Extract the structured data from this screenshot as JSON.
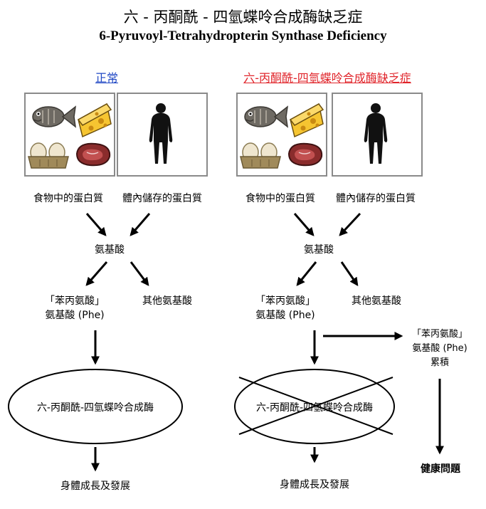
{
  "title_zh": "六 - 丙酮酰 - 四氫蝶呤合成酶缺乏症",
  "title_en": "6-Pyruvoyl-Tetrahydropterin Synthase Deficiency",
  "normal": {
    "heading": "正常",
    "food_protein": "食物中的蛋白質",
    "body_protein": "體內儲存的蛋白質",
    "amino_acids": "氨基酸",
    "phe_line1": "「苯丙氨酸」",
    "phe_line2": "氨基酸 (Phe)",
    "other_amino": "其他氨基酸",
    "enzyme": "六-丙酮酰-四氫蝶呤合成酶",
    "growth": "身體成長及發展"
  },
  "disease": {
    "heading": "六-丙酮酰-四氫蝶呤合成酶缺乏症",
    "food_protein": "食物中的蛋白質",
    "body_protein": "體內儲存的蛋白質",
    "amino_acids": "氨基酸",
    "phe_line1": "「苯丙氨酸」",
    "phe_line2": "氨基酸 (Phe)",
    "other_amino": "其他氨基酸",
    "enzyme": "六-丙酮酰-四氫蝶呤合成酶",
    "growth": "身體成長及發展",
    "accum_line1": "「苯丙氨酸」",
    "accum_line2": "氨基酸 (Phe)",
    "accum_line3": "累積",
    "health": "健康問題"
  },
  "icons": [
    "fish-icon",
    "cheese-icon",
    "eggs-icon",
    "steak-icon",
    "human-silhouette-icon"
  ],
  "colors": {
    "normal_heading": "#1f47c4",
    "disease_heading": "#e0242a"
  }
}
